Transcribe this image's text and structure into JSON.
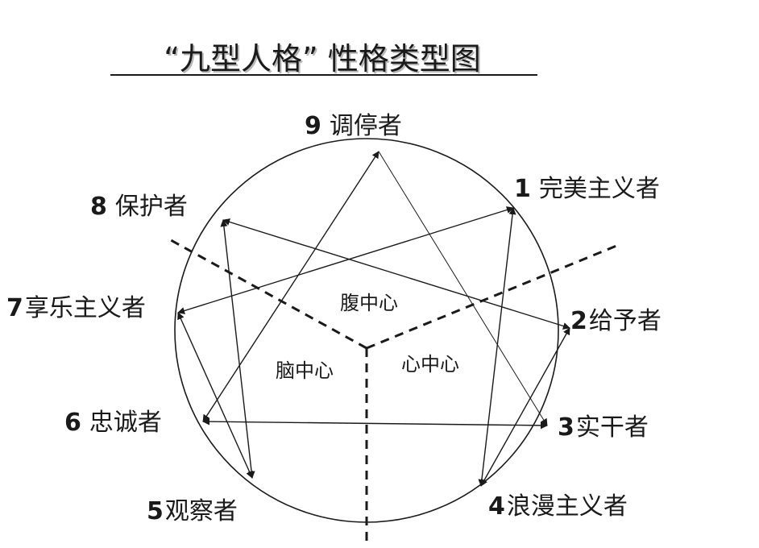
{
  "title": "“九型人格” 性格类型图",
  "nodes": [
    {
      "num": "9",
      "name": "调停者"
    },
    {
      "num": "1",
      "name": "完美主义者"
    },
    {
      "num": "2",
      "name": "给予者"
    },
    {
      "num": "3",
      "name": "实干者"
    },
    {
      "num": "4",
      "name": "浪漫主义者"
    },
    {
      "num": "5",
      "name": "观察者"
    },
    {
      "num": "6",
      "name": "忠诚者"
    },
    {
      "num": "7",
      "name": "享乐主义者"
    },
    {
      "num": "8",
      "name": "保护者"
    }
  ],
  "centers": {
    "gut": "腹中心",
    "head": "脑中心",
    "heart": "心中心"
  },
  "colors": {
    "ink": "#1a1a1a",
    "background": "#ffffff"
  }
}
